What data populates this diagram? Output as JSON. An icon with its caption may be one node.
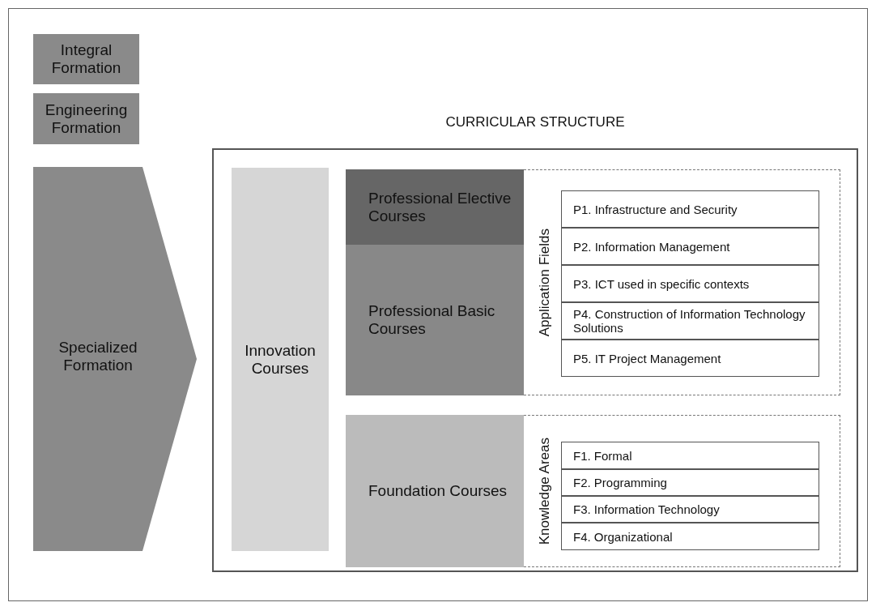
{
  "diagram": {
    "nodes": [
      {
        "text": [
          "Integral Formation"
        ]
      },
      {
        "text": [
          "Engineering Formation"
        ]
      },
      {
        "text": [
          "Specialized Formation"
        ]
      },
      {
        "text": [
          "CURRICULAR STRUCTURE"
        ]
      },
      {
        "text": [
          "Innovation Courses"
        ],
        "in": 3
      },
      {
        "text": [
          "Professional Elective Courses"
        ],
        "in": 3
      },
      {
        "text": [
          "Professional Basic Courses"
        ],
        "in": 3
      },
      {
        "text": [
          "Application Fields"
        ],
        "in": 3
      },
      {
        "text": [
          "P1. Infrastructure and Security"
        ],
        "in": 7
      },
      {
        "text": [
          "P2. Information Management"
        ],
        "in": 7
      },
      {
        "text": [
          "P3. ICT used in specific contexts"
        ],
        "in": 7
      },
      {
        "text": [
          "P4. Construction of Information Technology Solutions"
        ],
        "in": 7
      },
      {
        "text": [
          "P5. IT Project Management"
        ],
        "in": 7
      },
      {
        "text": [
          "Foundation Courses"
        ],
        "in": 3
      },
      {
        "text": [
          "Knowledge Areas"
        ],
        "in": 3
      },
      {
        "text": [
          "F1. Formal"
        ],
        "in": 14
      },
      {
        "text": [
          "F2. Programming"
        ],
        "in": 14
      },
      {
        "text": [
          "F3. Information Technology"
        ],
        "in": 14
      },
      {
        "text": [
          "F4. Organizational"
        ],
        "in": 14
      }
    ]
  }
}
